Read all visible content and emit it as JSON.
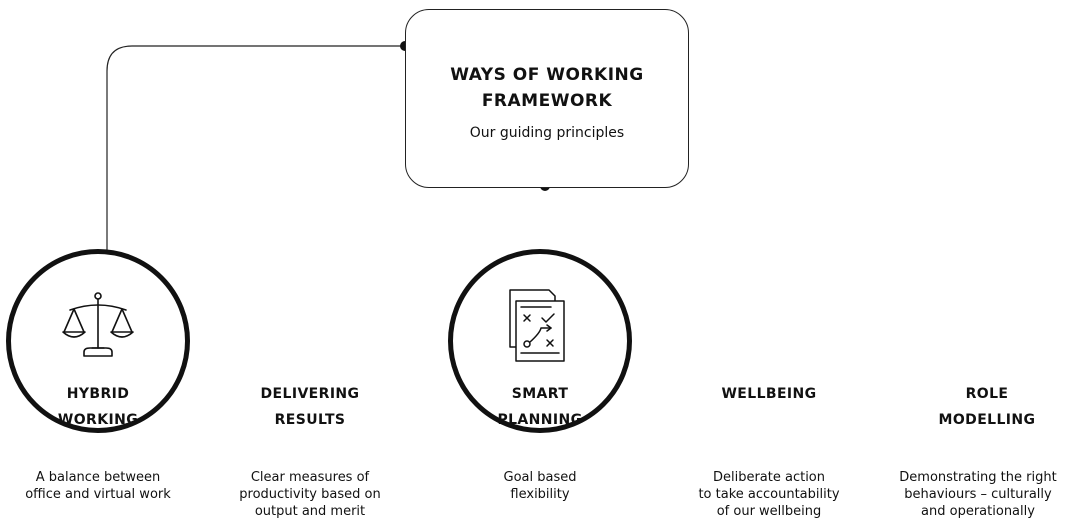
{
  "framework": {
    "title_line1": "WAYS OF WORKING",
    "title_line2": "FRAMEWORK",
    "subtitle": "Our guiding principles"
  },
  "pillars": [
    {
      "title": [
        "HYBRID",
        "WORKING"
      ],
      "description": [
        "A balance between",
        "office and virtual work"
      ],
      "icon": "scales-icon",
      "circled": true
    },
    {
      "title": [
        "DELIVERING",
        "RESULTS"
      ],
      "description": [
        "Clear measures of",
        "productivity based on",
        "output and merit"
      ],
      "circled": false
    },
    {
      "title": [
        "SMART",
        "PLANNING"
      ],
      "description": [
        "Goal based",
        "flexibility"
      ],
      "icon": "strategy-plan-icon",
      "circled": true
    },
    {
      "title": [
        "WELLBEING"
      ],
      "description": [
        "Deliberate action",
        "to take accountability",
        "of our wellbeing"
      ],
      "circled": false
    },
    {
      "title": [
        "ROLE",
        "MODELLING"
      ],
      "description": [
        "Demonstrating the right",
        "behaviours – culturally",
        "and operationally"
      ],
      "circled": false
    }
  ],
  "colors": {
    "line": "#111111",
    "background": "#ffffff"
  }
}
